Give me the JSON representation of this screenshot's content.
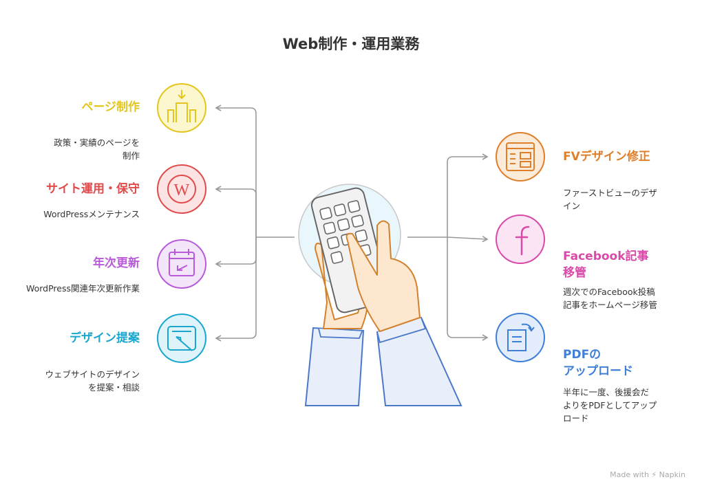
{
  "title": "Web制作・運用業務",
  "left_items": [
    {
      "title": "ページ制作",
      "desc": "政策・実績のページを\n制作",
      "color": "#e3c51d",
      "icon": "building-arrow-icon"
    },
    {
      "title": "サイト運用・保守",
      "desc": "WordPressメンテナンス",
      "color": "#e04a4a",
      "icon": "wordpress-icon"
    },
    {
      "title": "年次更新",
      "desc": "WordPress関連年次更新作業",
      "color": "#b85ad9",
      "icon": "calendar-icon"
    },
    {
      "title": "デザイン提案",
      "desc": "ウェブサイトのデザイン\nを提案・相談",
      "color": "#1ba6cf",
      "icon": "design-tablet-icon"
    }
  ],
  "right_items": [
    {
      "title": "FVデザイン修正",
      "desc": "ファーストビューのデザ\nイン",
      "color": "#e07f2a",
      "icon": "layout-window-icon"
    },
    {
      "title": "Facebook記事\n移管",
      "desc": "週次でのFacebook投稿\n記事をホームページ移管",
      "color": "#d94aa8",
      "icon": "facebook-icon"
    },
    {
      "title": "PDFの\nアップロード",
      "desc": "半年に一度、後援会だ\nよりをPDFとしてアップ\nロード",
      "color": "#3f7fd6",
      "icon": "document-upload-icon"
    }
  ],
  "center_icon": "hand-calculator-icon",
  "footer": "Made with ⚡ Napkin"
}
